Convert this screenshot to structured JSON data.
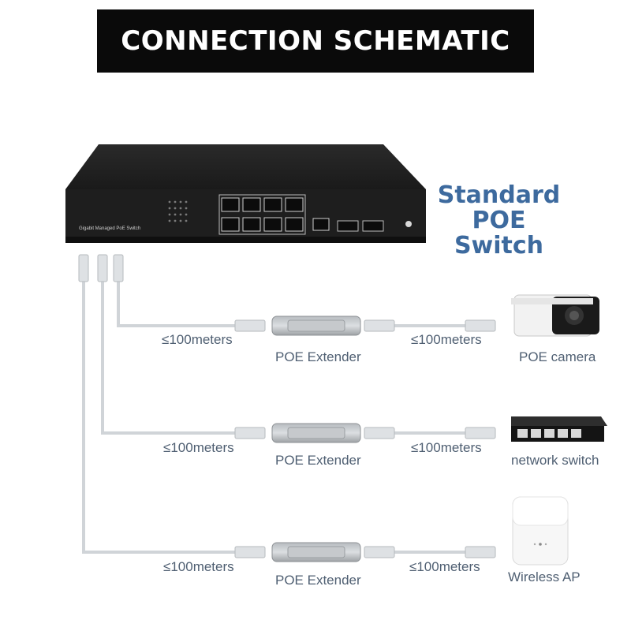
{
  "title": "CONNECTION SCHEMATIC",
  "switch_label_line1": "Standard",
  "switch_label_line2": "POE Switch",
  "switch_front_text": "Gigabit Managed PoE Switch",
  "colors": {
    "title_bg": "#0a0a0a",
    "switch_label": "#3d6a9e",
    "text": "#4f5f72",
    "cable": "#d0d4d8"
  },
  "rows": [
    {
      "distance_left": "≤100meters",
      "extender": "POE Extender",
      "distance_right": "≤100meters",
      "device": "POE camera",
      "device_icon": "camera-icon"
    },
    {
      "distance_left": "≤100meters",
      "extender": "POE Extender",
      "distance_right": "≤100meters",
      "device": "network switch",
      "device_icon": "network-switch-icon"
    },
    {
      "distance_left": "≤100meters",
      "extender": "POE Extender",
      "distance_right": "≤100meters",
      "device": "Wireless AP",
      "device_icon": "wireless-ap-icon"
    }
  ]
}
